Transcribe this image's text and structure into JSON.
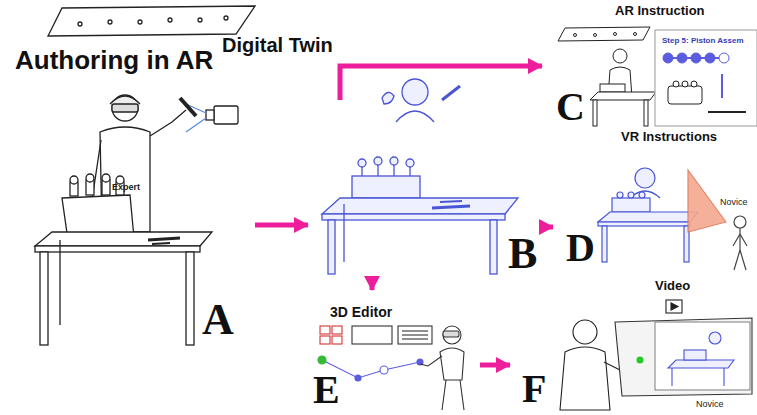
{
  "diagram": {
    "nodes": [
      {
        "text": [
          "Authoring in AR",
          "A"
        ]
      },
      {
        "text": [
          "Digital Twin",
          "B"
        ]
      },
      {
        "text": [
          "AR Instruction",
          "C"
        ]
      },
      {
        "text": [
          "VR Instructions",
          "D"
        ]
      },
      {
        "text": [
          "3D Editor",
          "E"
        ]
      },
      {
        "text": [
          "Video",
          "F"
        ]
      }
    ],
    "edges": [
      {
        "from": 0,
        "to": 1,
        "arrow": "to"
      },
      {
        "from": 1,
        "to": 2,
        "arrow": "to"
      },
      {
        "from": 1,
        "to": 3,
        "arrow": "to"
      },
      {
        "from": 1,
        "to": 4,
        "arrow": "to"
      },
      {
        "from": 4,
        "to": 5,
        "arrow": "to"
      }
    ],
    "labels": [
      "Expert",
      "Step 5: Piston Assem",
      "Novice",
      "Novice"
    ]
  }
}
